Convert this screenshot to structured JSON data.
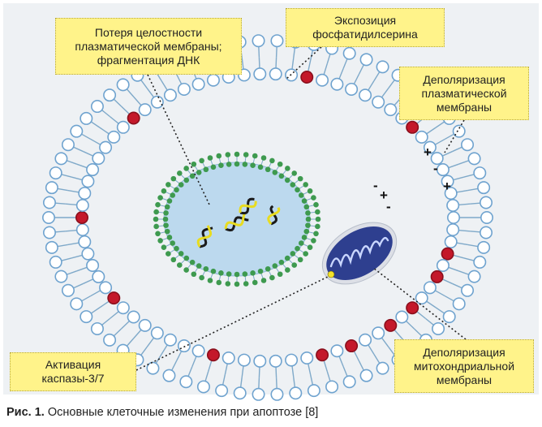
{
  "labels": {
    "membrane_loss": [
      "Потеря целостности",
      "плазматической мембраны;",
      "фрагментация ДНК"
    ],
    "ps_exposure": [
      "Экспозиция",
      "фосфатидилсерина"
    ],
    "pm_depolarization": [
      "Деполяризация",
      "плазматической",
      "мембраны"
    ],
    "caspase": [
      "Активация",
      "каспазы-3/7"
    ],
    "mito_depolarization": [
      "Деполяризация",
      "митохондриальной",
      "мембраны"
    ]
  },
  "charges": {
    "plus": "+",
    "minus": "-"
  },
  "caption": {
    "prefix": "Рис. 1.",
    "text": " Основные клеточные изменения при апоптозе [8]"
  },
  "colors": {
    "panel_background": "#eef1f4",
    "lipid_head": "#ffffff",
    "lipid_outline": "#6fa3cf",
    "lipid_tail": "#7fa9c9",
    "ps_head": "#c4182a",
    "nuclear_head": "#3e9a4f",
    "nucleus_fill": "#bcd9ee",
    "label_fill": "#fff38a",
    "mito_outer": "#2e3f8f",
    "mito_inner": "#1b2a78",
    "dna_black": "#1a1a1a",
    "dna_yellow": "#e8dc20"
  }
}
